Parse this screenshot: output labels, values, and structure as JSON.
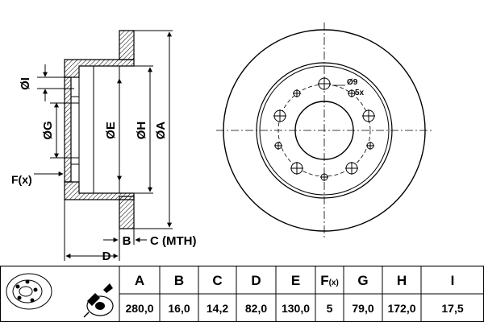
{
  "drawing": {
    "labels": {
      "diam_i": "ØI",
      "diam_g": "ØG",
      "diam_e": "ØE",
      "diam_h": "ØH",
      "diam_a": "ØA",
      "f_x": "F(x)",
      "b": "B",
      "c_mth": "C (MTH)",
      "d": "D",
      "hole_diam": "Ø9",
      "hole_count": "5x"
    }
  },
  "table": {
    "headers": [
      "A",
      "B",
      "C",
      "D",
      "E",
      "F(x)",
      "G",
      "H",
      "I"
    ],
    "values": [
      "280,0",
      "16,0",
      "14,2",
      "82,0",
      "130,0",
      "5",
      "79,0",
      "172,0",
      "17,5"
    ],
    "icons": [
      "brake-disc-icon",
      "disc-ready-to-fit-icon"
    ]
  }
}
